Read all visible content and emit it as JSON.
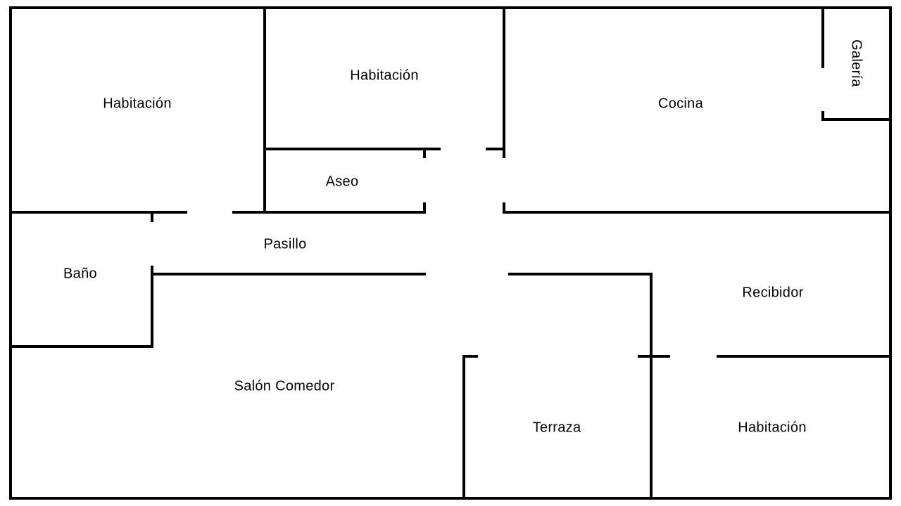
{
  "colors": {
    "background": "#ffffff",
    "walls": "#000000",
    "text": "#000000"
  },
  "rooms": {
    "habitacion_1": "Habitación",
    "habitacion_2": "Habitación",
    "cocina": "Cocina",
    "galeria": "Galería",
    "aseo": "Aseo",
    "pasillo": "Pasillo",
    "bano": "Baño",
    "recibidor": "Recibidor",
    "salon_comedor": "Salón Comedor",
    "terraza": "Terraza",
    "habitacion_3": "Habitación"
  }
}
